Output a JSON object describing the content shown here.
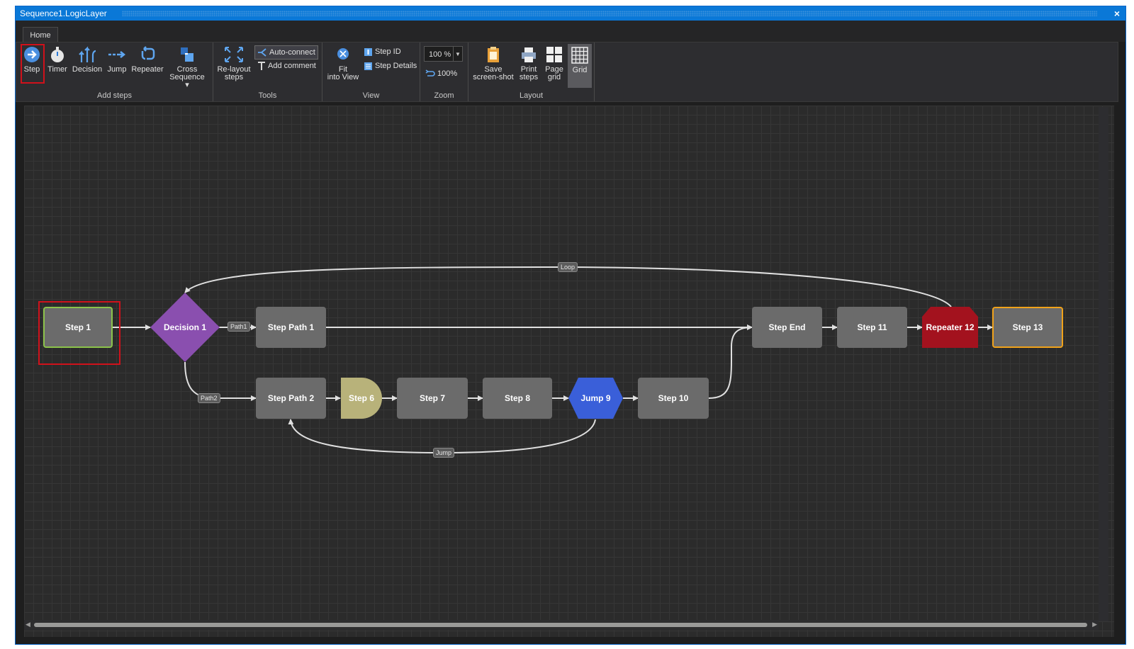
{
  "window": {
    "title": "Sequence1.LogicLayer",
    "close_glyph": "×"
  },
  "tabs": [
    {
      "label": "Home",
      "active": true
    }
  ],
  "ribbon": {
    "groups": {
      "add_steps": "Add steps",
      "tools": "Tools",
      "view": "View",
      "zoom": "Zoom",
      "layout": "Layout"
    },
    "add_steps": {
      "step": "Step",
      "timer": "Timer",
      "decision": "Decision",
      "jump": "Jump",
      "repeater": "Repeater",
      "cross_sequence_1": "Cross",
      "cross_sequence_2": "Sequence ▾"
    },
    "tools": {
      "relayout_1": "Re-layout",
      "relayout_2": "steps",
      "auto_connect": "Auto-connect",
      "add_comment": "Add comment"
    },
    "view": {
      "fit_1": "Fit",
      "fit_2": "into View",
      "step_id": "Step ID",
      "step_details": "Step Details"
    },
    "zoom": {
      "value": "100 %",
      "reset": "100%"
    },
    "layout": {
      "save_1": "Save",
      "save_2": "screen-shot",
      "print_1": "Print",
      "print_2": "steps",
      "page_1": "Page",
      "page_2": "grid",
      "grid": "Grid"
    }
  },
  "diagram": {
    "nodes": {
      "step1": "Step 1",
      "decision1": "Decision 1",
      "step_path1": "Step Path 1",
      "step_path2": "Step Path 2",
      "step6": "Step 6",
      "step7": "Step 7",
      "step8": "Step 8",
      "jump9": "Jump 9",
      "step10": "Step 10",
      "step_end": "Step End",
      "step11": "Step 11",
      "repeater12": "Repeater 12",
      "step13": "Step 13"
    },
    "edge_labels": {
      "path1": "Path1",
      "path2": "Path2",
      "loop": "Loop",
      "jump": "Jump"
    }
  },
  "colors": {
    "titlebar": "#0a78d7",
    "canvas": "#2b2b2b",
    "step_node": "#6b6b6b",
    "decision_node": "#8a4faf",
    "timer_node": "#b8b27a",
    "jump_node": "#3a5fd9",
    "repeater_node": "#a3121e",
    "step1_border": "#8bc34a",
    "step13_border": "#f0a21a",
    "highlight_frame": "#d0111b",
    "connector": "#e0e0e0"
  }
}
